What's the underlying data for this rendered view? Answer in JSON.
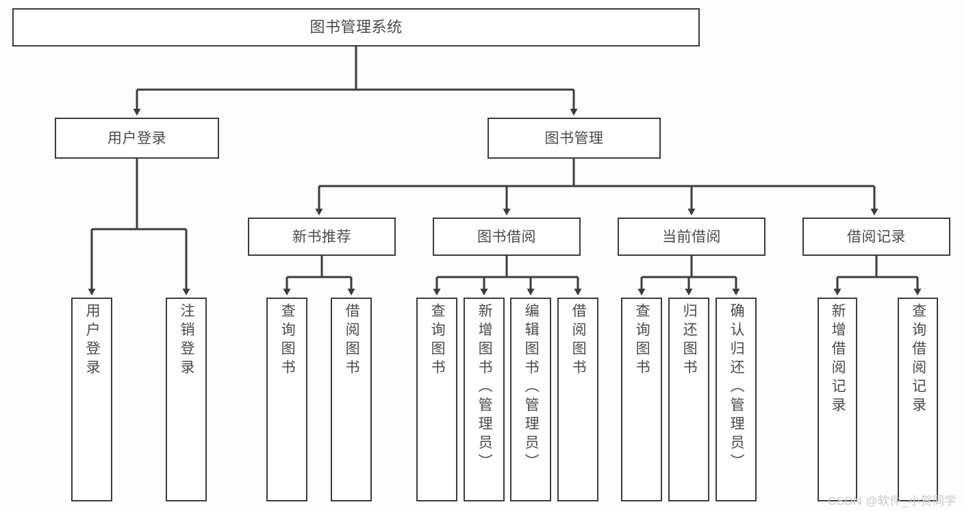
{
  "diagram": {
    "title": "图书管理系统",
    "type": "hierarchy-tree",
    "line_color": "#3c3c3c",
    "text_color": "#4a4a4a",
    "background": "#fdfdfd",
    "root": {
      "label": "图书管理系统"
    },
    "level2": [
      {
        "label": "用户登录"
      },
      {
        "label": "图书管理"
      }
    ],
    "level3": [
      {
        "label": "新书推荐"
      },
      {
        "label": "图书借阅"
      },
      {
        "label": "当前借阅"
      },
      {
        "label": "借阅记录"
      }
    ],
    "leaves": {
      "user_login": [
        {
          "label": "用户登录"
        },
        {
          "label": "注销登录"
        }
      ],
      "new_book_recommend": [
        {
          "label": "查询图书"
        },
        {
          "label": "借阅图书"
        }
      ],
      "book_borrow": [
        {
          "label": "查询图书"
        },
        {
          "label": "新增图书（管理员）"
        },
        {
          "label": "编辑图书（管理员）"
        },
        {
          "label": "借阅图书"
        }
      ],
      "current_borrow": [
        {
          "label": "查询图书"
        },
        {
          "label": "归还图书"
        },
        {
          "label": "确认归还（管理员）"
        }
      ],
      "borrow_record": [
        {
          "label": "新增借阅记录"
        },
        {
          "label": "查询借阅记录"
        }
      ]
    }
  },
  "watermark": {
    "text": "CSDN @软件_小贺同学"
  }
}
